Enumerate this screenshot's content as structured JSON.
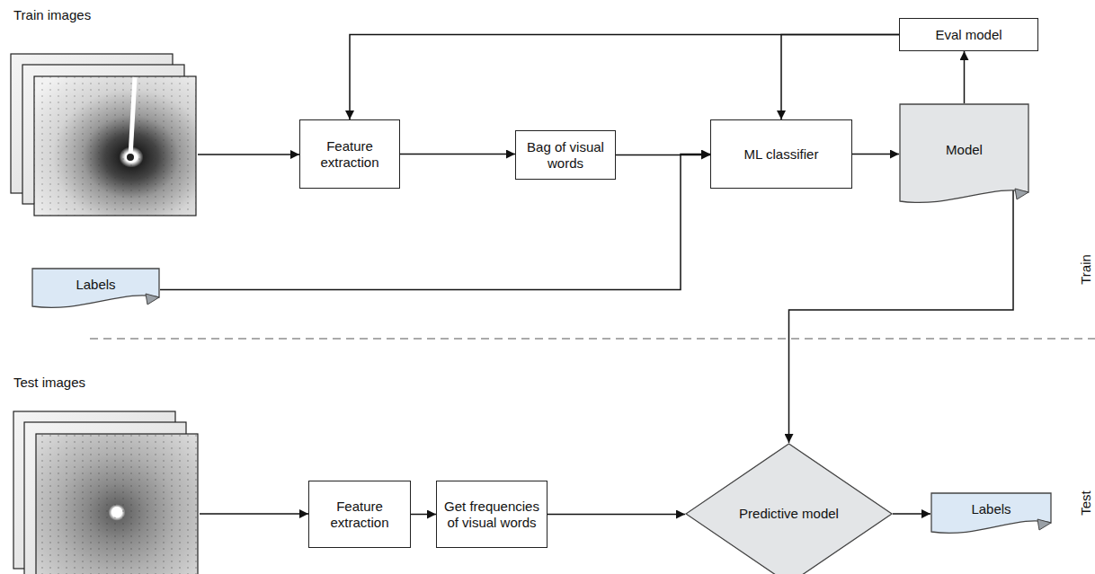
{
  "diagram": {
    "nodes": [
      {
        "text": [
          "Feature extraction"
        ]
      },
      {
        "text": [
          "Bag of visual words"
        ]
      },
      {
        "text": [
          "ML classifier"
        ]
      },
      {
        "text": [
          "Model"
        ]
      },
      {
        "text": [
          "Eval model"
        ]
      },
      {
        "text": [
          "Labels"
        ]
      },
      {
        "text": [
          "Feature extraction"
        ]
      },
      {
        "text": [
          "Get frequencies of visual words"
        ]
      },
      {
        "text": [
          "Predictive model"
        ]
      },
      {
        "text": [
          "Labels"
        ]
      }
    ],
    "edges": [
      {
        "from": 0,
        "to": 1,
        "arrow": "to"
      },
      {
        "from": 1,
        "to": 2,
        "arrow": "to"
      },
      {
        "from": 5,
        "to": 2,
        "arrow": "to"
      },
      {
        "from": 2,
        "to": 3,
        "arrow": "to"
      },
      {
        "from": 3,
        "to": 4,
        "arrow": "to"
      },
      {
        "from": 4,
        "to": 0,
        "arrow": "to"
      },
      {
        "from": 4,
        "to": 2,
        "arrow": "to"
      },
      {
        "from": 3,
        "to": 8,
        "arrow": "to"
      },
      {
        "from": 6,
        "to": 7,
        "arrow": "to"
      },
      {
        "from": 7,
        "to": 8,
        "arrow": "to"
      },
      {
        "from": 8,
        "to": 9,
        "arrow": "to"
      }
    ],
    "labels": [
      "Train images",
      "Train",
      "Test images",
      "Test"
    ]
  }
}
